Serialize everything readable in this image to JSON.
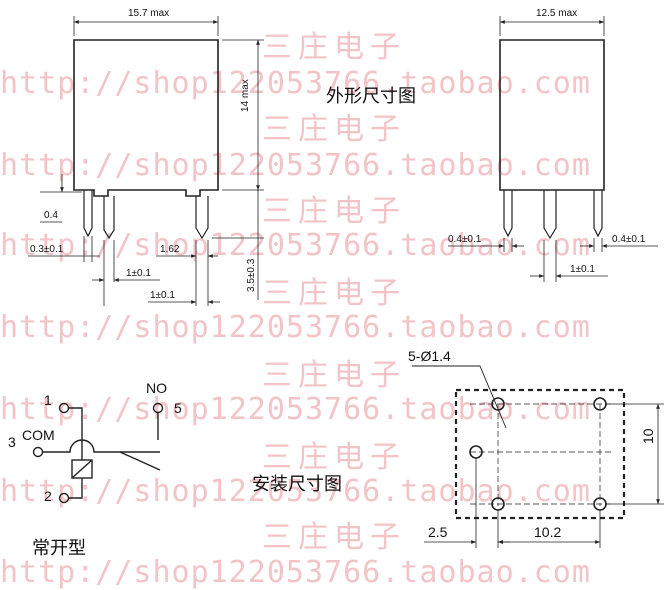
{
  "watermark": {
    "url": "http://shop122053766.taobao.com",
    "cn": "三庄电子"
  },
  "outline": {
    "title": "外形尺寸图",
    "front": {
      "width_label": "15.7 max",
      "height_label": "14 max",
      "pin_thick_label": "0.4",
      "pin_width_label": "0.3±0.1",
      "pitch_label": "1.62",
      "pin_len_label": "3.5±0.3",
      "tol1_label": "1±0.1",
      "tol2_label": "1±0.1"
    },
    "side": {
      "width_label": "12.5 max",
      "left_pin_label": "0.4±0.1",
      "right_pin_label": "0.4±0.1",
      "tol_label": "1±0.1"
    }
  },
  "schematic": {
    "title": "常开型",
    "pin1": "1",
    "com_num": "3",
    "com_label": "COM",
    "pin2": "2",
    "no_label": "NO",
    "pin5": "5"
  },
  "mounting": {
    "title": "安装尺寸图",
    "hole_label": "5-Ø1.4",
    "dim_h": "10",
    "dim_left": "2.5",
    "dim_bottom": "10.2"
  }
}
